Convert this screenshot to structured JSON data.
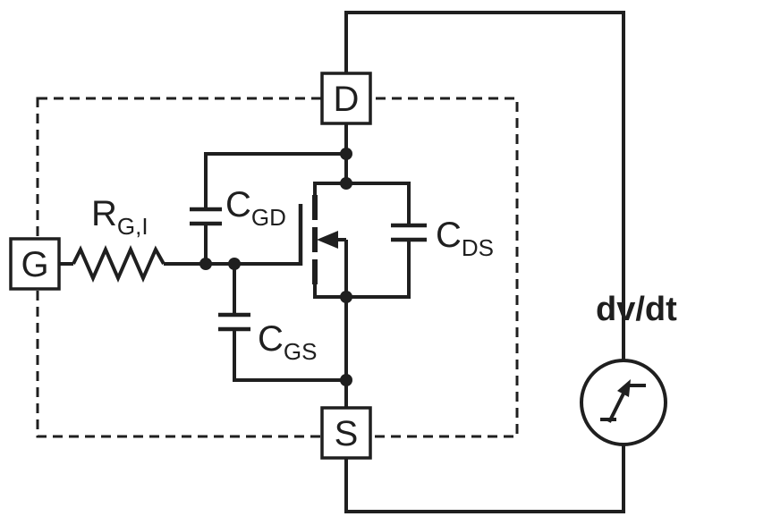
{
  "diagram": {
    "type": "circuit-schematic",
    "description": "MOSFET equivalent circuit with parasitic capacitances inside a dashed boundary, driven by an external dv/dt step source",
    "terminals": {
      "gate": "G",
      "drain": "D",
      "source": "S"
    },
    "labels": {
      "gate_resistor": {
        "symbol": "R",
        "subscript": "G,I"
      },
      "gate_drain_cap": {
        "symbol": "C",
        "subscript": "GD"
      },
      "gate_source_cap": {
        "symbol": "C",
        "subscript": "GS"
      },
      "drain_source_cap": {
        "symbol": "C",
        "subscript": "DS"
      },
      "dvdt_source": "dv/dt"
    },
    "colors": {
      "line": "#1f1f1f",
      "background": "#ffffff"
    }
  }
}
